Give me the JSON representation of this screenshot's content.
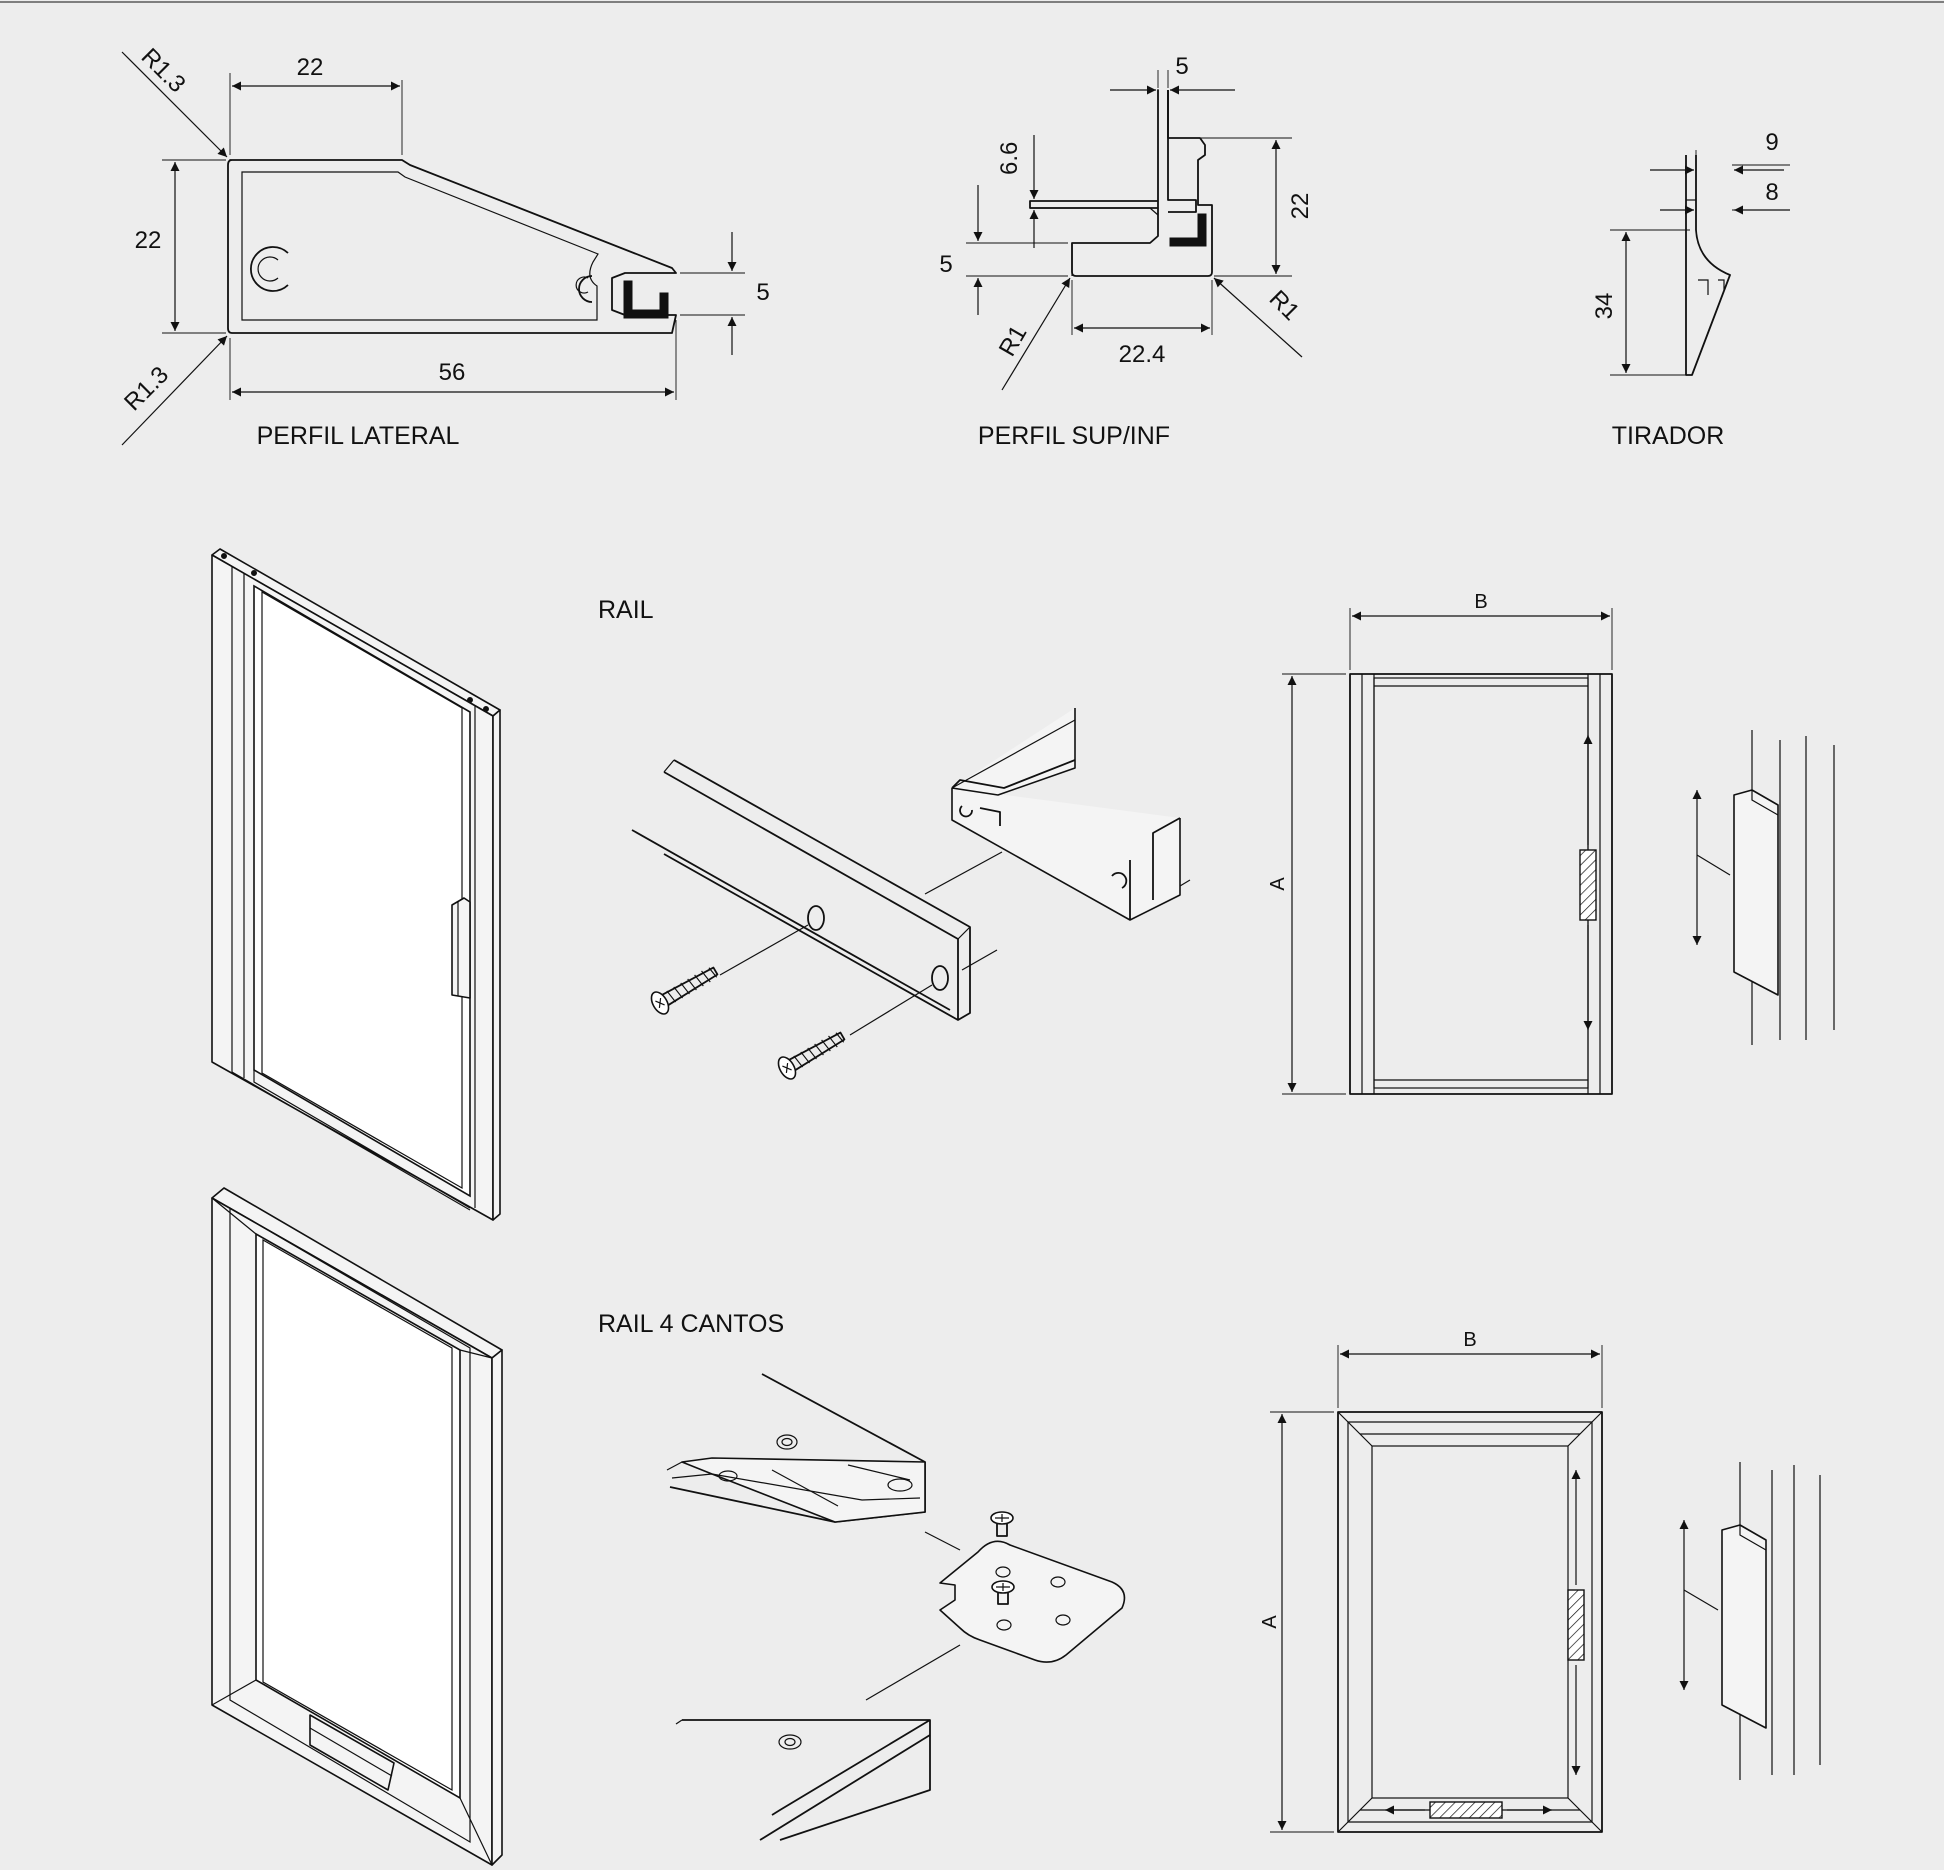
{
  "labels": {
    "perfil_lateral": "PERFIL LATERAL",
    "perfil_sup_inf": "PERFIL SUP/INF",
    "tirador": "TIRADOR",
    "rail": "RAIL",
    "rail_4_cantos": "RAIL 4 CANTOS"
  },
  "dimensions": {
    "lateral": {
      "width_top": "22",
      "height": "22",
      "width_total": "56",
      "lip": "5",
      "radius_top": "R1.3",
      "radius_bottom": "R1.3"
    },
    "sup_inf": {
      "lip_top": "5",
      "step": "6.6",
      "base": "5",
      "height": "22",
      "width": "22.4",
      "radius_left": "R1",
      "radius_right": "R1"
    },
    "tirador": {
      "top": "9",
      "gap": "8",
      "height": "34"
    },
    "rail_frame": {
      "width": "B",
      "height": "A"
    },
    "rail_4_cantos_frame": {
      "width": "B",
      "height": "A"
    }
  },
  "colors": {
    "background": "#ededed",
    "line": "#111111"
  }
}
